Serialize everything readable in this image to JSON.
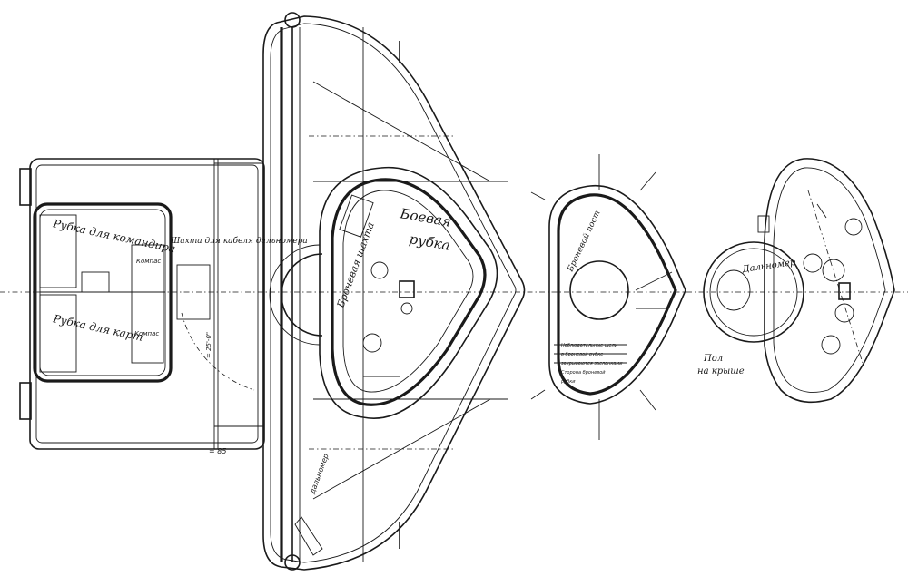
{
  "labels": {
    "bunk_commander": "Рубка для командира",
    "chart_room": "Рубка для карт",
    "shaft_note": "Шахта для кабеля дальномера",
    "compass_a": "Компас",
    "compass_b": "Компас",
    "conning_tower_1": "Боевая",
    "conning_tower_2": "рубка",
    "armored_shaft": "Броневая шахта",
    "rangefinder": "Дальномер",
    "floor_a": "Пол",
    "floor_b": "на крыше",
    "post_label": "Броневой пост",
    "dim_1": "= 25'-0\"",
    "dim_2": "= 85",
    "dim_3": "дальномер"
  },
  "notes": {
    "tower2_note_1": "Наблюдательные щели",
    "tower2_note_2": "в броневой рубке",
    "tower2_note_3": "закрываются заслонками",
    "tower2_note_4": "Сторона броневой",
    "tower2_note_5": "рубки"
  },
  "colors": {
    "ink": "#1a1a1a",
    "paper": "#ffffff",
    "hatch": "#444444"
  }
}
